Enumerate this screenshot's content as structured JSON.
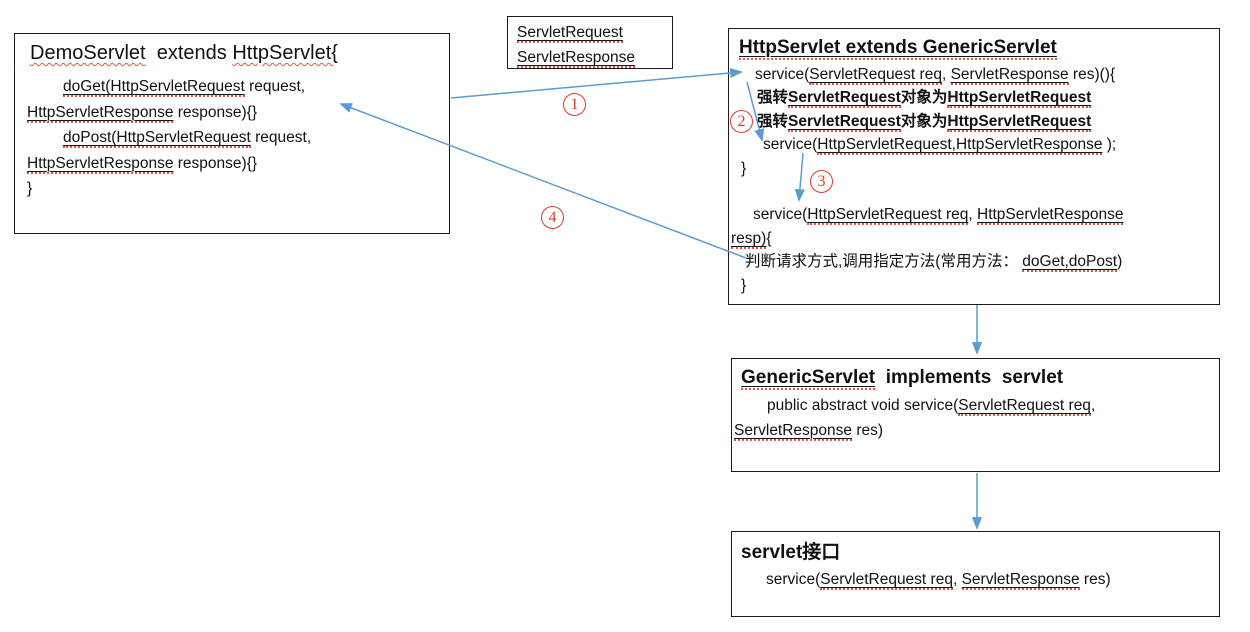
{
  "diagram": {
    "colors": {
      "arrow_blue": "#5b9bd5",
      "step_number_red": "#e0392f",
      "squiggle_red": "#e2564a",
      "box_border": "#1a1a1a",
      "text": "#111111"
    },
    "step_numbers": [
      "1",
      "2",
      "3",
      "4"
    ],
    "demo_box": {
      "title": [
        {
          "t": "DemoServlet",
          "s": "w"
        },
        {
          "t": "  extends ",
          "s": ""
        },
        {
          "t": "HttpServlet{",
          "s": "w"
        }
      ],
      "lines": [
        [
          {
            "t": "doGet(HttpServletRequest",
            "s": "u"
          },
          {
            "t": " request,",
            "s": ""
          }
        ],
        [
          {
            "t": "HttpServletResponse",
            "s": "u"
          },
          {
            "t": " response){}",
            "s": ""
          }
        ],
        [
          {
            "t": "doPost(HttpServletRequest",
            "s": "u"
          },
          {
            "t": " request,",
            "s": ""
          }
        ],
        [
          {
            "t": "HttpServletResponse",
            "s": "u"
          },
          {
            "t": " response){}",
            "s": ""
          }
        ],
        [
          {
            "t": "}",
            "s": ""
          }
        ]
      ]
    },
    "params_box": {
      "lines": [
        [
          {
            "t": "ServletRequest",
            "s": "u"
          }
        ],
        [
          {
            "t": "ServletResponse",
            "s": "u"
          }
        ]
      ]
    },
    "http_box": {
      "title": [
        {
          "t": "HttpServlet extends GenericServlet",
          "s": "b u"
        }
      ],
      "lines": [
        [
          {
            "t": "service(",
            "s": ""
          },
          {
            "t": "ServletRequest req",
            "s": "u"
          },
          {
            "t": ", ",
            "s": ""
          },
          {
            "t": "ServletResponse",
            "s": "u"
          },
          {
            "t": " res)(){",
            "s": ""
          }
        ],
        [
          {
            "t": "强转",
            "s": "b"
          },
          {
            "t": "ServletRequest",
            "s": "b u"
          },
          {
            "t": "对象为",
            "s": "b"
          },
          {
            "t": "HttpServletRequest",
            "s": "b u"
          }
        ],
        [
          {
            "t": "强转",
            "s": "b"
          },
          {
            "t": "ServletRequest",
            "s": "b u"
          },
          {
            "t": "对象为",
            "s": "b"
          },
          {
            "t": "HttpServletRequest",
            "s": "b u"
          }
        ],
        [
          {
            "t": "service(",
            "s": ""
          },
          {
            "t": "HttpServletRequest,HttpServletResponse",
            "s": "u"
          },
          {
            "t": " );",
            "s": ""
          }
        ],
        [
          {
            "t": "}",
            "s": ""
          }
        ],
        [],
        [
          {
            "t": "service(",
            "s": ""
          },
          {
            "t": "HttpServletRequest req",
            "s": "u"
          },
          {
            "t": ", ",
            "s": ""
          },
          {
            "t": "HttpServletResponse",
            "s": "u"
          }
        ],
        [
          {
            "t": "resp)",
            "s": "u"
          },
          {
            "t": "{",
            "s": ""
          }
        ],
        [
          {
            "t": "判断请求方式,调用指定方法(常用方法： ",
            "s": ""
          },
          {
            "t": "doGet,doPost",
            "s": "u"
          },
          {
            "t": ")",
            "s": ""
          }
        ],
        [
          {
            "t": "}",
            "s": ""
          }
        ]
      ]
    },
    "generic_box": {
      "title": [
        {
          "t": "GenericServlet",
          "s": "b u"
        },
        {
          "t": "  implements  servlet",
          "s": "b"
        }
      ],
      "lines": [
        [
          {
            "t": "public abstract void service(",
            "s": ""
          },
          {
            "t": "ServletRequest req",
            "s": "u"
          },
          {
            "t": ",",
            "s": ""
          }
        ],
        [
          {
            "t": "ServletResponse",
            "s": "u"
          },
          {
            "t": " res)",
            "s": ""
          }
        ]
      ]
    },
    "servlet_box": {
      "title": [
        {
          "t": "servlet接口",
          "s": "b"
        }
      ],
      "lines": [
        [
          {
            "t": "service(",
            "s": ""
          },
          {
            "t": "ServletRequest req",
            "s": "u"
          },
          {
            "t": ", ",
            "s": ""
          },
          {
            "t": "ServletResponse",
            "s": "u"
          },
          {
            "t": " res)",
            "s": ""
          }
        ]
      ]
    }
  }
}
